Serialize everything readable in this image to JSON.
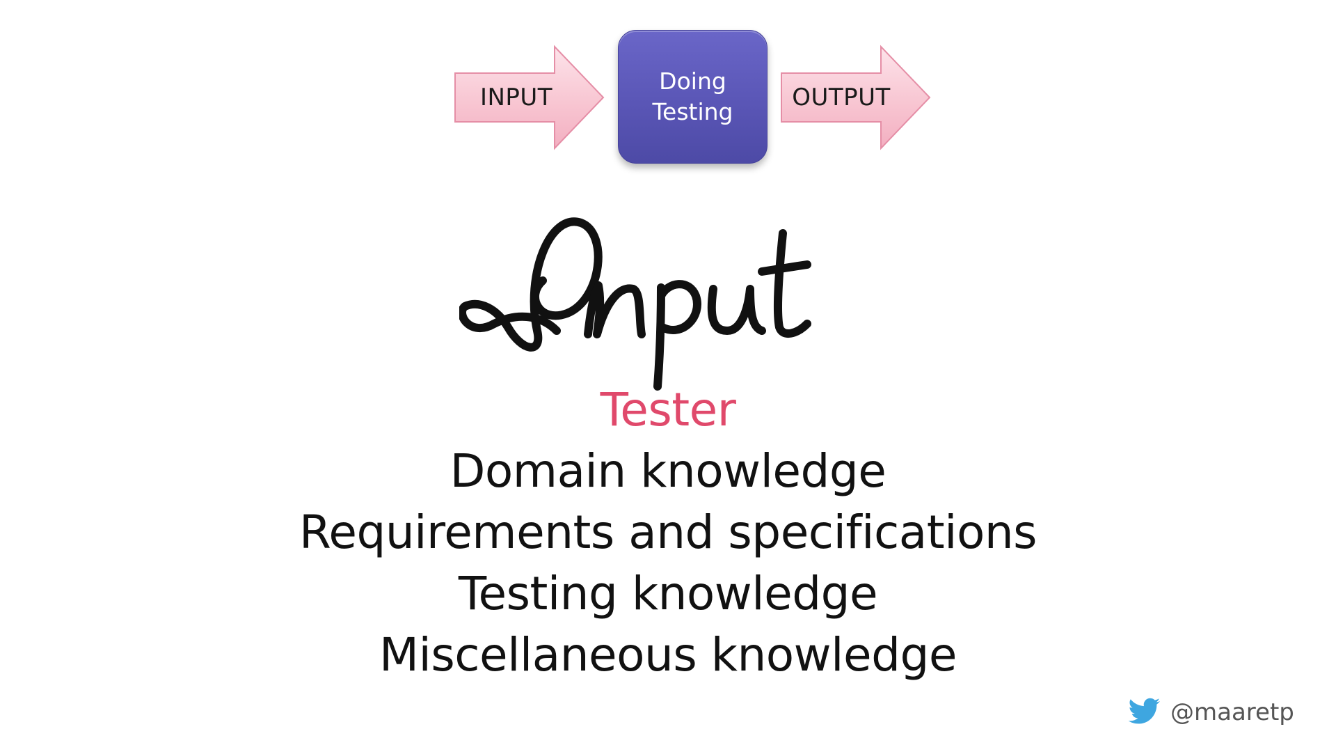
{
  "diagram": {
    "input_label": "INPUT",
    "process_line1": "Doing",
    "process_line2": "Testing",
    "output_label": "OUTPUT",
    "colors": {
      "arrow_fill": "#f8c6d2",
      "arrow_stroke": "#e58ea6",
      "process_fill": "#5a56b6"
    }
  },
  "heading": {
    "script_word": "Input"
  },
  "content": {
    "lines": [
      "Tester",
      "Domain knowledge",
      "Requirements and specifications",
      "Testing knowledge",
      "Miscellaneous knowledge"
    ],
    "accent_color": "#e0496b"
  },
  "footer": {
    "icon": "twitter-bird-icon",
    "handle": "@maaretp"
  }
}
